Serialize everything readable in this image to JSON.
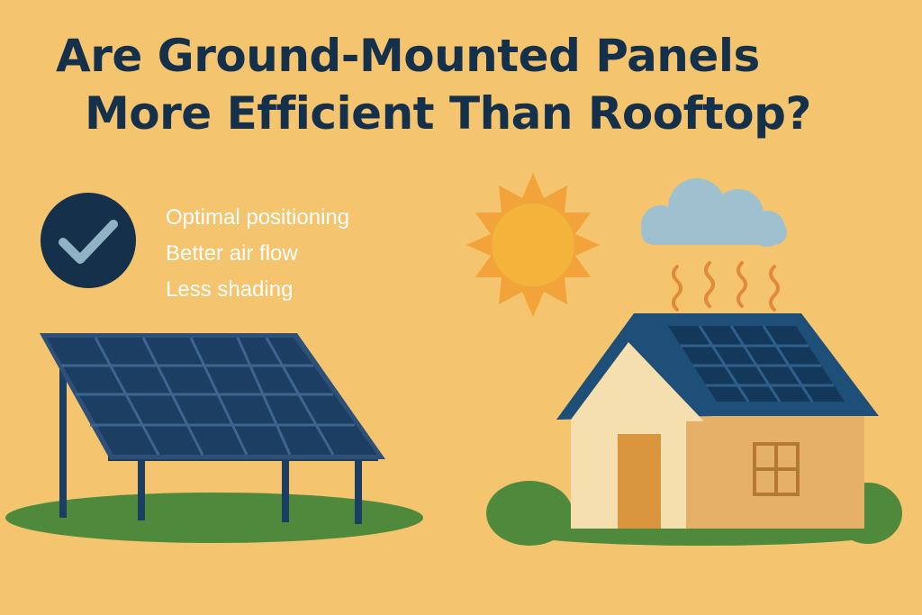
{
  "title": {
    "line1": "Are Ground-Mounted Panels",
    "line2": "More Efficient Than Rooftop?"
  },
  "benefits": [
    "Optimal positioning",
    "Better air flow",
    "Less shading"
  ],
  "icons": {
    "check": "check-circle-icon",
    "sun": "sun-icon",
    "cloud": "cloud-icon",
    "heat": "heat-wave-icon"
  },
  "colors": {
    "background": "#f5c46e",
    "title": "#14304a",
    "badge": "#14304a",
    "check": "#8fb2c5",
    "panel": "#1d3e63",
    "panel_frame": "#2d4f78",
    "ground": "#4f8a3c",
    "sun": "#f2a33a",
    "sun_core": "#f4b43b",
    "cloud": "#9ec0cf",
    "roof": "#1e4f78",
    "wall": "#e5b068",
    "wall_front": "#f6dfae",
    "door": "#d9963f"
  }
}
